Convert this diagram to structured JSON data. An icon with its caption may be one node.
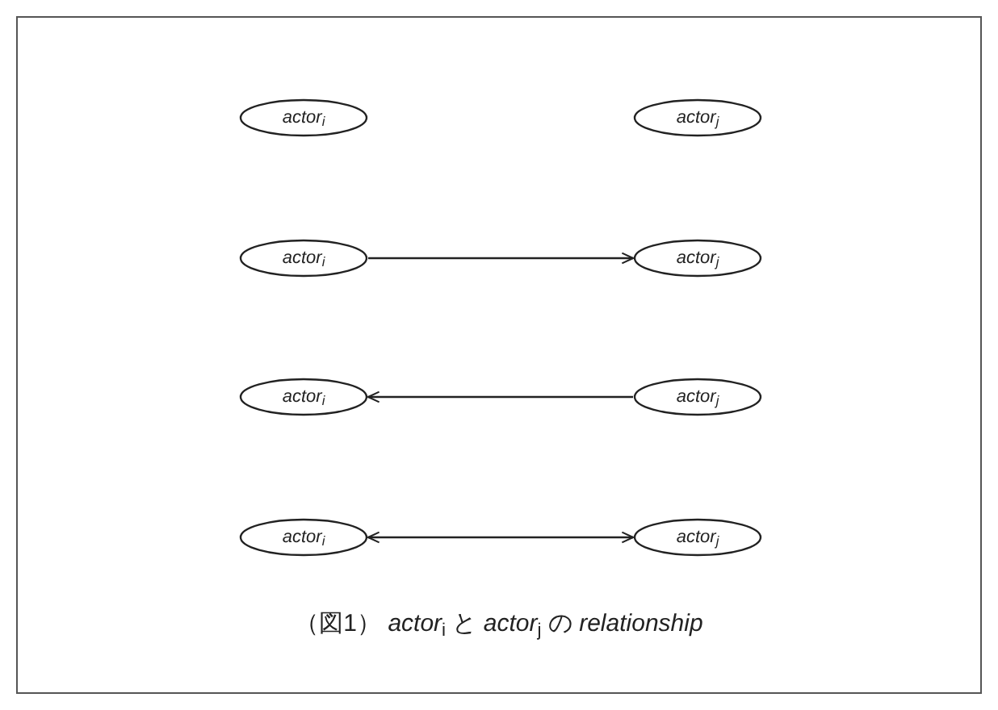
{
  "diagram": {
    "caption": "（図1） *actor*$_{i}$ と *actor*$_{j}$ の *relationship*",
    "nodes": [
      {
        "text": [
          "actor$_{i}$"
        ]
      },
      {
        "text": [
          "actor$_{j}$"
        ]
      },
      {
        "text": [
          "actor$_{i}$"
        ]
      },
      {
        "text": [
          "actor$_{j}$"
        ]
      },
      {
        "text": [
          "actor$_{i}$"
        ]
      },
      {
        "text": [
          "actor$_{j}$"
        ]
      },
      {
        "text": [
          "actor$_{i}$"
        ]
      },
      {
        "text": [
          "actor$_{j}$"
        ]
      }
    ],
    "edges": [
      {
        "from": 2,
        "to": 3,
        "arrow": "to"
      },
      {
        "from": 5,
        "to": 4,
        "arrow": "to"
      },
      {
        "from": 6,
        "to": 7,
        "arrow": "both"
      }
    ]
  }
}
